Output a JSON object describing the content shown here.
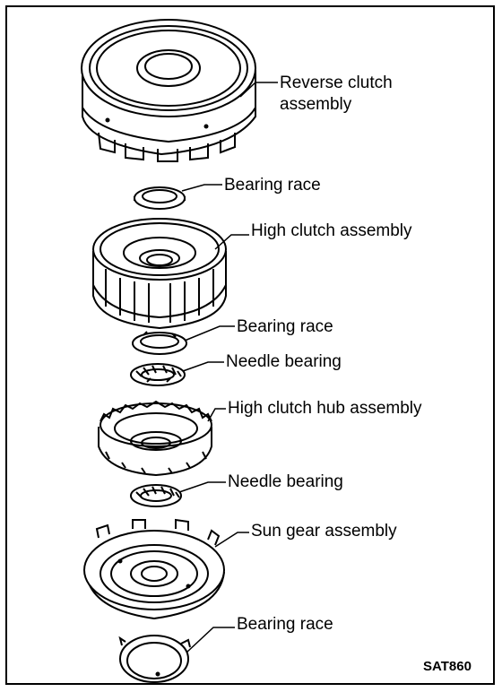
{
  "labels": {
    "reverse_clutch_line1": "Reverse clutch",
    "reverse_clutch_line2": "assembly",
    "bearing_race_1": "Bearing race",
    "high_clutch": "High clutch assembly",
    "bearing_race_2": "Bearing race",
    "needle_bearing_1": "Needle bearing",
    "high_clutch_hub": "High clutch hub assembly",
    "needle_bearing_2": "Needle bearing",
    "sun_gear": "Sun gear assembly",
    "bearing_race_3": "Bearing race"
  },
  "figure_code": "SAT860",
  "colors": {
    "ink": "#000000",
    "paper": "#ffffff"
  }
}
